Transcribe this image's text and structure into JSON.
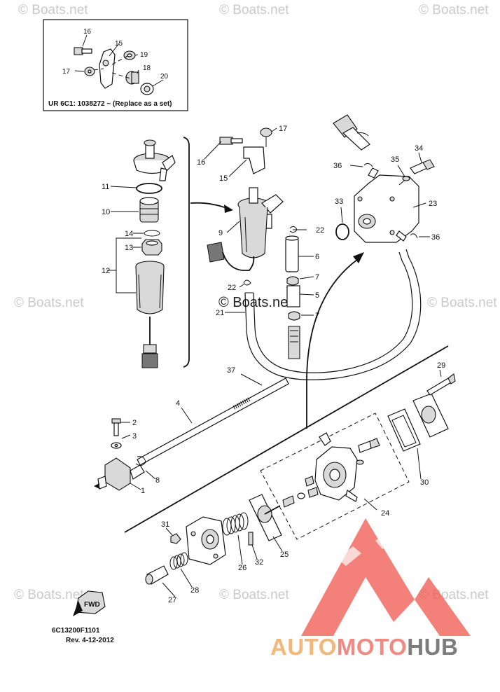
{
  "watermarks": {
    "text": "© Boats.net",
    "center_text": "© Boats.net"
  },
  "inset": {
    "caption": "UR  6C1: 1038272 ~   (Replace as a set)",
    "labels": [
      "16",
      "15",
      "19",
      "17",
      "18",
      "20"
    ]
  },
  "callouts": {
    "n1": "1",
    "n2": "2",
    "n3": "3",
    "n4": "4",
    "n5": "5",
    "n6": "6",
    "n7a": "7",
    "n7b": "7",
    "n8": "8",
    "n9": "9",
    "n10": "10",
    "n11": "11",
    "n12": "12",
    "n13": "13",
    "n14": "14",
    "n16": "16",
    "n15": "15",
    "n17": "17",
    "n21": "21",
    "n22a": "22",
    "n22b": "22",
    "n23": "23",
    "n24": "24",
    "n25": "25",
    "n26": "26",
    "n27": "27",
    "n28": "28",
    "n29": "29",
    "n30": "30",
    "n31": "31",
    "n32": "32",
    "n33": "33",
    "n34": "34",
    "n35": "35",
    "n36a": "36",
    "n36b": "36",
    "n37": "37"
  },
  "fwd_label": "FWD",
  "footer": {
    "code": "6C13200F1101",
    "rev": "Rev.  4-12-2012"
  },
  "logo": {
    "part1": "AUTO",
    "part2": "MOTO",
    "part3": "HUB",
    "color1": "#f2b77a",
    "color2": "#f08a82",
    "color3": "#7d7d7d",
    "mark_color": "#f05a50"
  }
}
